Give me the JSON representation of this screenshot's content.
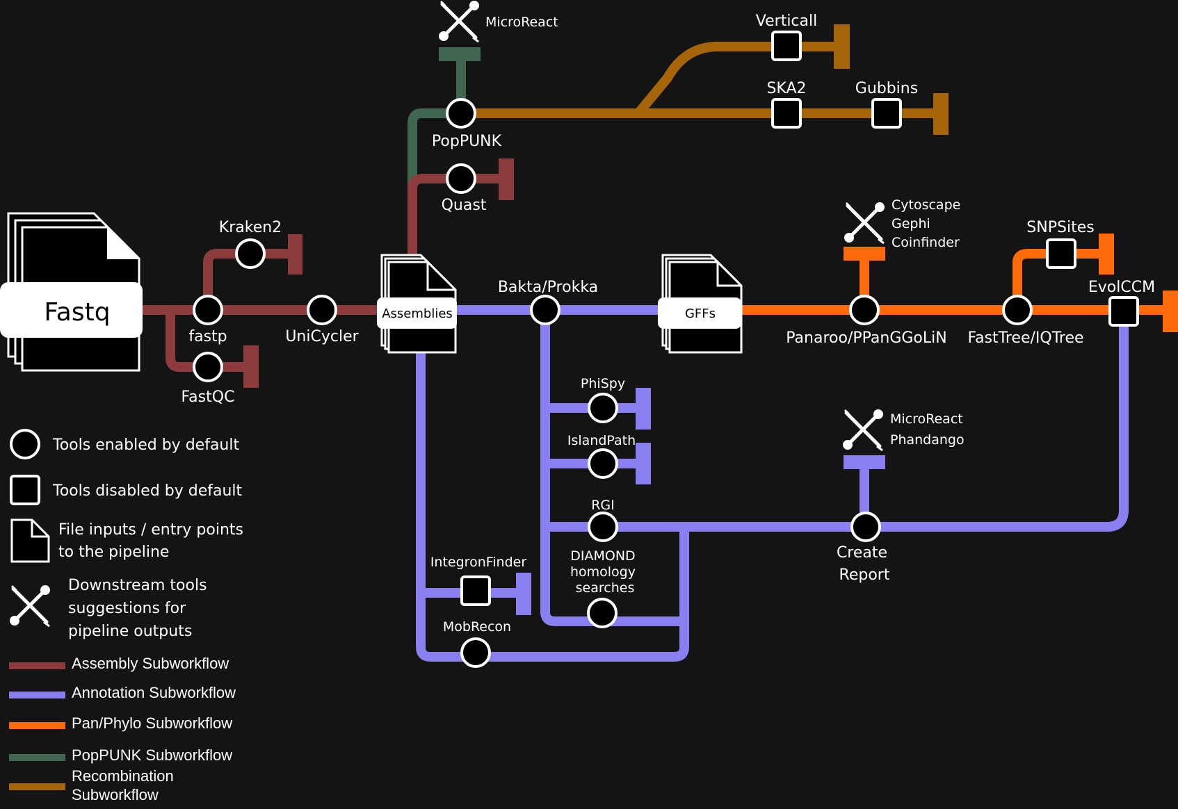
{
  "colors": {
    "background": "#141414",
    "assembly": "#8e3b3e",
    "annotation": "#8a7ff0",
    "panphylo": "#ff6a0a",
    "poppunk": "#3e6650",
    "recombination": "#a66508",
    "node_fill": "#000000",
    "node_stroke": "#ffffff"
  },
  "inputs": {
    "fastq": "Fastq",
    "assemblies": "Assemblies",
    "gffs": "GFFs"
  },
  "tools": {
    "kraken2": "Kraken2",
    "fastp": "fastp",
    "fastqc": "FastQC",
    "unicycler": "UniCycler",
    "quast": "Quast",
    "poppunk": "PopPUNK",
    "verticall": "Verticall",
    "ska2": "SKA2",
    "gubbins": "Gubbins",
    "bakta": "Bakta/Prokka",
    "phispy": "PhiSpy",
    "islandpath": "IslandPath",
    "rgi": "RGI",
    "diamond": [
      "DIAMOND",
      "homology",
      "searches"
    ],
    "integronfinder": "IntegronFinder",
    "mobrecon": "MobRecon",
    "panaroo": "Panaroo/PPanGGoLiN",
    "fasttree": "FastTree/IQTree",
    "snpsites": "SNPSites",
    "evolccm": "EvolCCM",
    "report": [
      "Create",
      "Report"
    ]
  },
  "downstream": {
    "microreact_top": "MicroReact",
    "cytoscape_group": [
      "Cytoscape",
      "Gephi",
      "Coinfinder"
    ],
    "report_group": [
      "MicroReact",
      "Phandango"
    ]
  },
  "legend": {
    "enabled": "Tools enabled by default",
    "disabled": "Tools disabled by default",
    "file_inputs": [
      "File inputs / entry points",
      "to the pipeline"
    ],
    "downstream": [
      "Downstream tools",
      "suggestions for",
      "pipeline outputs"
    ],
    "assembly": "Assembly Subworkflow",
    "annotation": "Annotation Subworkflow",
    "panphylo": "Pan/Phylo Subworkflow",
    "poppunk": "PopPUNK Subworkflow",
    "recombination": [
      "Recombination",
      "Subworkflow"
    ]
  }
}
